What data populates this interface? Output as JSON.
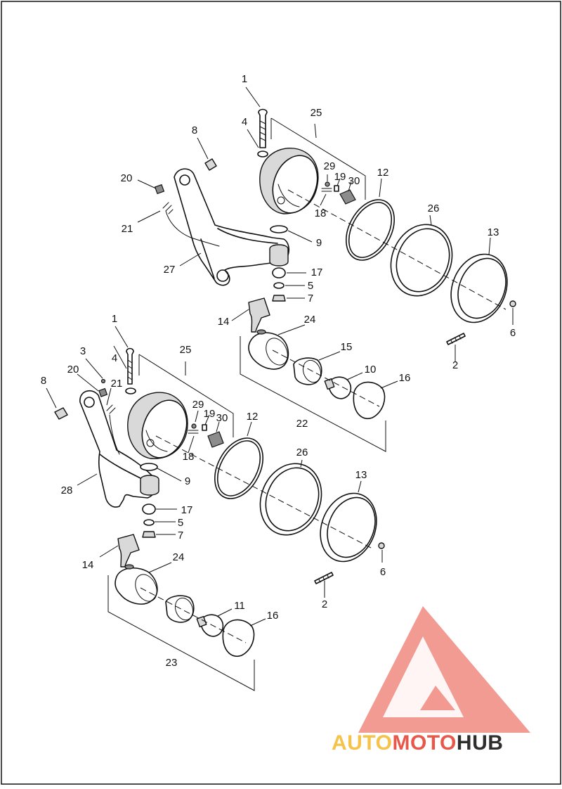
{
  "diagram": {
    "callouts_upper": [
      "1",
      "4",
      "8",
      "20",
      "21",
      "27",
      "25",
      "29",
      "19",
      "30",
      "18",
      "12",
      "26",
      "13",
      "9",
      "17",
      "5",
      "7",
      "14",
      "24",
      "15",
      "10",
      "16",
      "22",
      "6",
      "2"
    ],
    "callouts_lower": [
      "1",
      "3",
      "4",
      "8",
      "20",
      "21",
      "25",
      "29",
      "19",
      "30",
      "12",
      "18",
      "9",
      "28",
      "26",
      "13",
      "17",
      "5",
      "7",
      "14",
      "24",
      "6",
      "2",
      "11",
      "16",
      "23"
    ]
  },
  "watermark": {
    "part1": "AUTO",
    "part2": "MOTO",
    "part3": "HUB",
    "colors": {
      "auto": "#f5c24a",
      "moto": "#e8584a",
      "hub": "#2e2e2e",
      "triangle": "#f08a80"
    }
  }
}
